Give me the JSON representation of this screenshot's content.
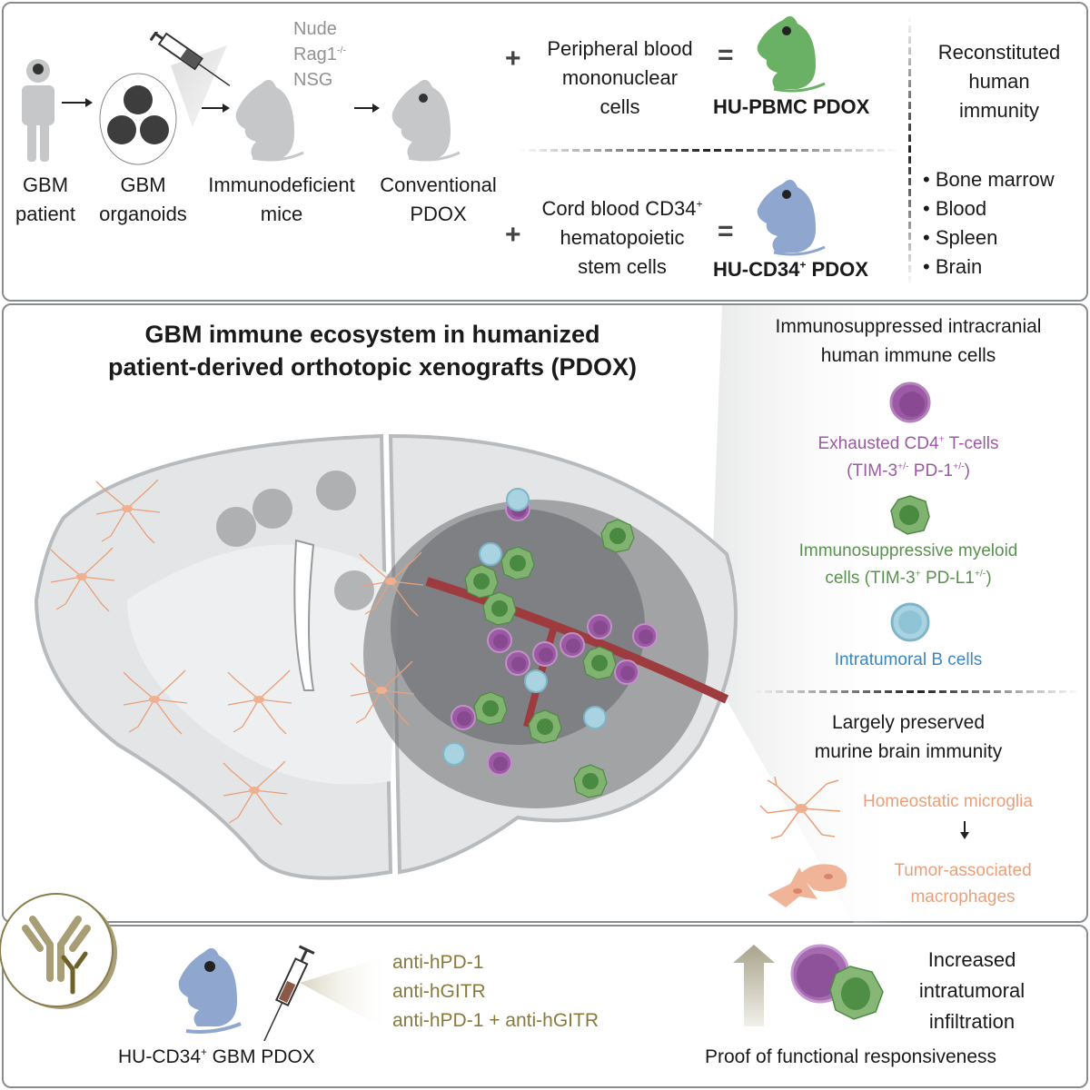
{
  "top_panel": {
    "workflow": [
      {
        "line1": "GBM",
        "line2": "patient",
        "icon": "human-figure-icon"
      },
      {
        "line1": "GBM",
        "line2": "organoids",
        "icon": "organoids-icon"
      },
      {
        "line1": "Immunodeficient",
        "line2": "mice",
        "icon": "mouse-icon"
      },
      {
        "line1": "Conventional",
        "line2": "PDOX",
        "icon": "mouse-with-tumor-icon"
      }
    ],
    "mouse_strains": [
      "Nude",
      "Rag1",
      "NSG"
    ],
    "rag1_superscript": "-/-",
    "plus_symbol": "+",
    "equals_symbol": "=",
    "pbmc": {
      "lines": [
        "Peripheral blood",
        "mononuclear",
        "cells"
      ],
      "result": "HU-PBMC PDOX",
      "mouse_color": "#6ab165"
    },
    "cd34": {
      "line1": "Cord blood CD34",
      "line1_sup": "+",
      "line2": "hematopoietic",
      "line3": "stem cells",
      "result_prefix": "HU-CD34",
      "result_sup": "+",
      "result_suffix": " PDOX",
      "mouse_color": "#8fa7cf"
    },
    "reconstituted": {
      "lines": [
        "Reconstituted",
        "human",
        "immunity"
      ],
      "bullets": [
        "Bone marrow",
        "Blood",
        "Spleen",
        "Brain"
      ]
    }
  },
  "mid_panel": {
    "title_line1": "GBM immune ecosystem in humanized",
    "title_line2": "patient-derived orthotopic xenografts (PDOX)",
    "human_cells_heading": [
      "Immunosuppressed intracranial",
      "human immune cells"
    ],
    "cd4": {
      "line1": "Exhausted CD4",
      "line1_sup": "+",
      "line1_end": " T-cells",
      "line2_a": "(TIM-3",
      "line2_sup1": "+/-",
      "line2_b": " PD-1",
      "line2_sup2": "+/-",
      "line2_c": ")",
      "color": "#9b5aa3"
    },
    "myeloid": {
      "line1": "Immunosuppressive  myeloid",
      "line2_a": "cells (TIM-3",
      "line2_sup1": "+",
      "line2_b": " PD-L1",
      "line2_sup2": "+/-",
      "line2_c": ")",
      "color": "#5b9150"
    },
    "bcells": {
      "label": "Intratumoral B cells",
      "color": "#3a87c4"
    },
    "murine_heading": [
      "Largely preserved",
      "murine brain immunity"
    ],
    "microglia": {
      "label": "Homeostatic microglia",
      "color": "#e9a07a"
    },
    "macrophages": {
      "lines": [
        "Tumor-associated",
        "macrophages"
      ],
      "color": "#e9a07a"
    }
  },
  "bottom_panel": {
    "mouse_label_prefix": "HU-CD34",
    "mouse_label_sup": "+",
    "mouse_label_suffix": " GBM PDOX",
    "treatments": [
      "anti-hPD-1",
      "anti-hGITR",
      "anti-hPD-1 + anti-hGITR"
    ],
    "infiltration": [
      "Increased",
      "intratumoral",
      "infiltration"
    ],
    "conclusion": "Proof of functional responsiveness"
  }
}
